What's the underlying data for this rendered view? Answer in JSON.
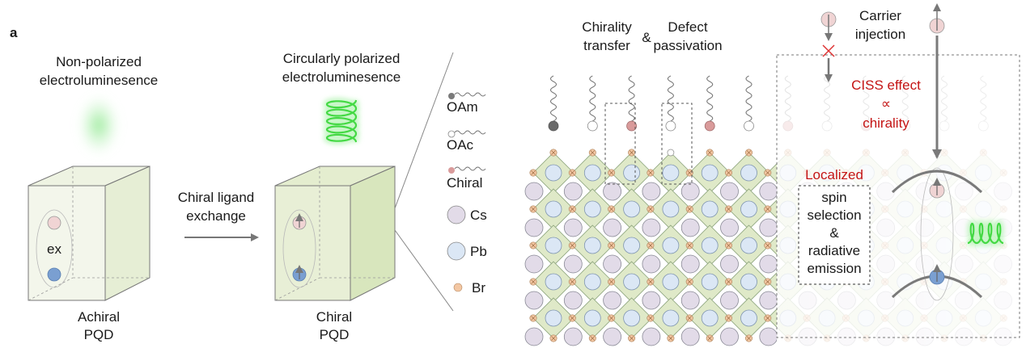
{
  "panel_label": "a",
  "left": {
    "nonpolarized": [
      "Non-polarized",
      "electroluminesence"
    ],
    "circularly": [
      "Circularly polarized",
      "electroluminesence"
    ],
    "exchange": [
      "Chiral ligand",
      "exchange"
    ],
    "exciton": "ex",
    "achiral_pqd": [
      "Achiral",
      "PQD"
    ],
    "chiral_pqd": [
      "Chiral",
      "PQD"
    ]
  },
  "legend": {
    "items": [
      "OAm",
      "OAc",
      "Chiral",
      "Cs",
      "Pb",
      "Br"
    ]
  },
  "right": {
    "chirality_transfer": [
      "Chirality",
      "transfer"
    ],
    "ampersand": "&",
    "defect_passivation": [
      "Defect",
      "passivation"
    ],
    "carrier_injection": [
      "Carrier",
      "injection"
    ],
    "ciss": [
      "CISS effect",
      "∝",
      "chirality"
    ],
    "localized": "Localized",
    "spin_box": [
      "spin",
      "selection",
      "&",
      "radiative",
      "emission"
    ]
  },
  "colors": {
    "cube_face": "#e8f0d8",
    "octahedron": "#dfe9c8",
    "cs": "#e2dbe8",
    "pb": "#dbe7f5",
    "br": "#f3c7a3",
    "chiral_ligand": "#d99b9b",
    "oam_ligand": "#6a6a6a",
    "spin_up": "#f0d4d4",
    "spin_down": "#7a9fd1",
    "glow": "#44d944",
    "red_text": "#c41414"
  }
}
